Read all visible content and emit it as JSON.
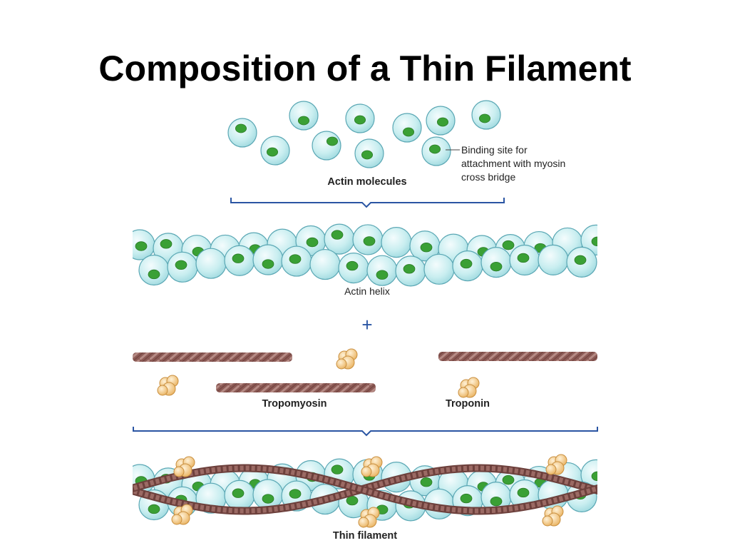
{
  "title": "Composition of a Thin Filament",
  "labels": {
    "binding_site": [
      "Binding site for",
      "attachment with myosin",
      "cross bridge"
    ],
    "actin_molecules": "Actin molecules",
    "actin_helix": "Actin helix",
    "plus": "+",
    "tropomyosin": "Tropomyosin",
    "troponin": "Troponin",
    "thin_filament": "Thin filament"
  },
  "colors": {
    "actin_fill": "#c9eef0",
    "actin_stroke": "#5aa7b4",
    "binding_site": "#3aa035",
    "tropomyosin": "#8c5a55",
    "troponin": "#f2c27a",
    "bracket": "#2a55a3"
  }
}
